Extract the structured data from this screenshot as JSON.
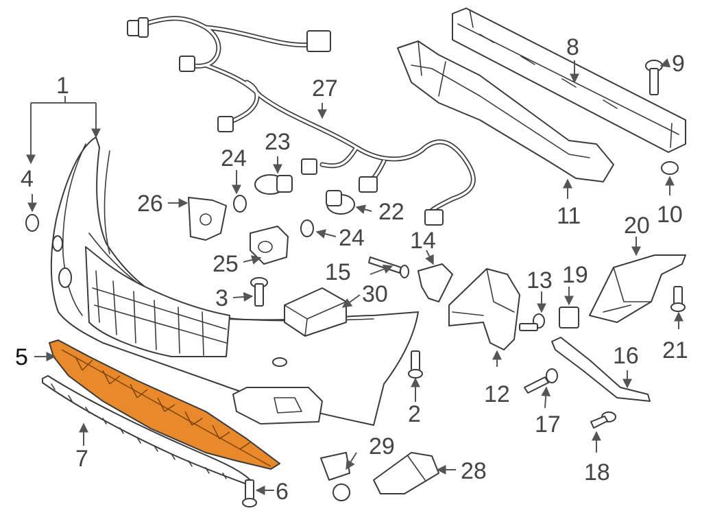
{
  "diagram": {
    "highlight_color": "#e8892b",
    "highlighted_part": "5",
    "labels": {
      "p1": "1",
      "p2": "2",
      "p3": "3",
      "p4": "4",
      "p5": "5",
      "p6": "6",
      "p7": "7",
      "p8": "8",
      "p9": "9",
      "p10": "10",
      "p11": "11",
      "p12": "12",
      "p13": "13",
      "p14": "14",
      "p15": "15",
      "p16": "16",
      "p17": "17",
      "p18": "18",
      "p19": "19",
      "p20": "20",
      "p21": "21",
      "p22": "22",
      "p23": "23",
      "p24a": "24",
      "p24b": "24",
      "p25": "25",
      "p26": "26",
      "p27": "27",
      "p28": "28",
      "p29": "29",
      "p30": "30"
    }
  }
}
